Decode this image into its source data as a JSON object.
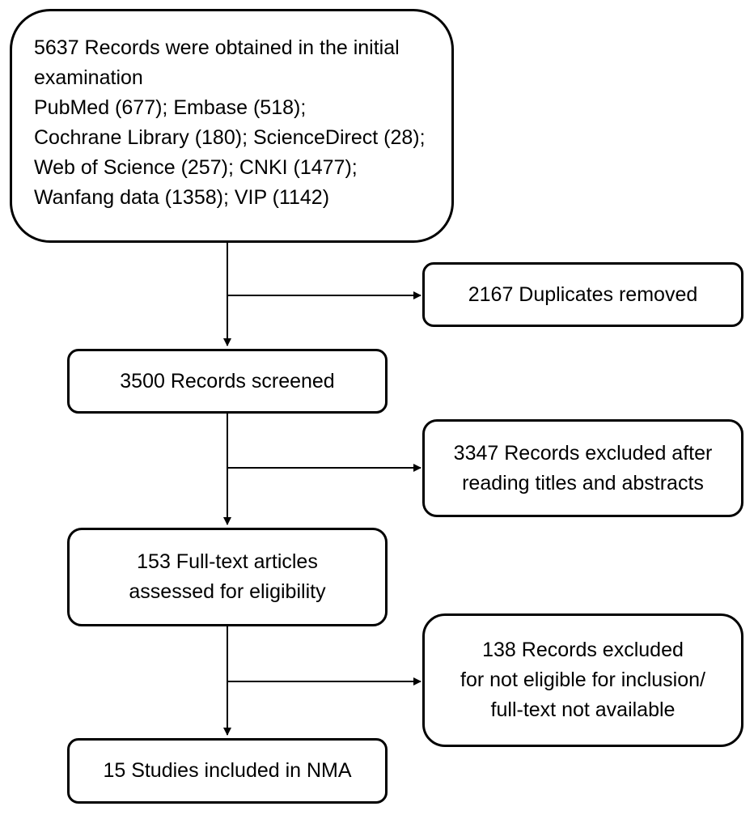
{
  "flowchart": {
    "identification": {
      "lines": [
        "5637 Records were obtained in the initial",
        "examination",
        "PubMed (677); Embase (518);",
        "Cochrane Library (180); ScienceDirect (28);",
        "Web of Science (257); CNKI (1477);",
        "Wanfang data (1358); VIP (1142)"
      ]
    },
    "duplicates": {
      "lines": [
        "2167 Duplicates removed"
      ]
    },
    "screened": {
      "lines": [
        "3500 Records screened"
      ]
    },
    "excluded_screening": {
      "lines": [
        "3347 Records excluded after",
        "reading titles and abstracts"
      ]
    },
    "eligibility": {
      "lines": [
        "153 Full-text articles",
        "assessed for eligibility"
      ]
    },
    "excluded_eligibility": {
      "lines": [
        "138 Records excluded",
        "for not eligible for inclusion/",
        "full-text not available"
      ]
    },
    "included": {
      "lines": [
        "15 Studies included in NMA"
      ]
    }
  }
}
